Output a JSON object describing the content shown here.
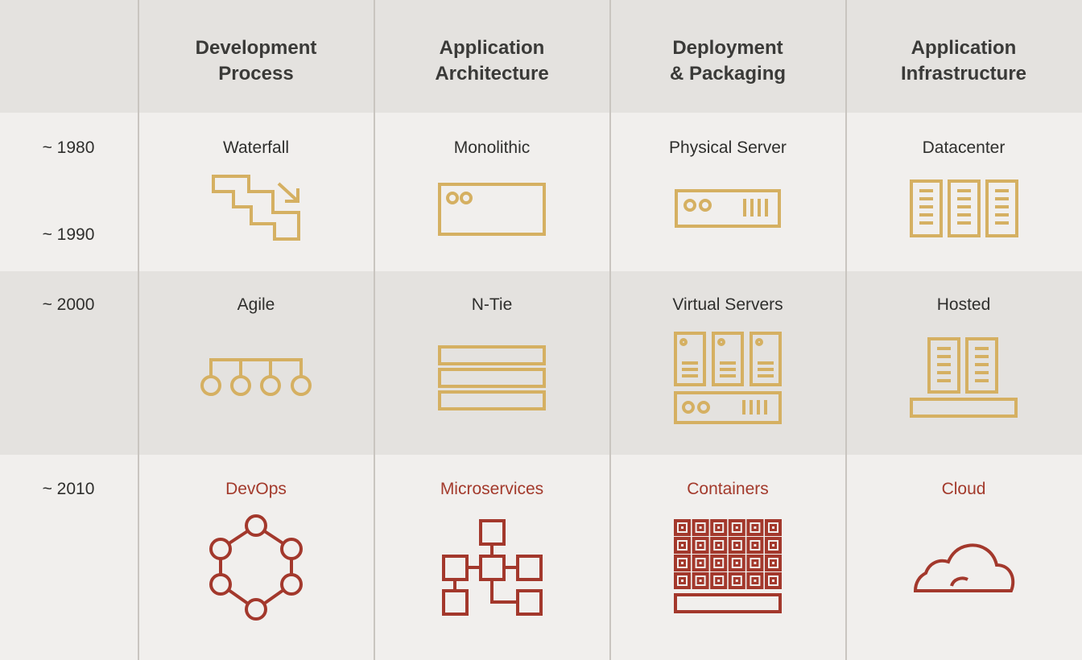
{
  "columns": [
    {
      "label": "Development\nProcess"
    },
    {
      "label": "Application\nArchitecture"
    },
    {
      "label": "Deployment\n& Packaging"
    },
    {
      "label": "Application\nInfrastructure"
    }
  ],
  "eras": [
    "~ 1980",
    "~ 1990",
    "~ 2000",
    "~ 2010"
  ],
  "rows": [
    {
      "cells": [
        "Waterfall",
        "Monolithic",
        "Physical Server",
        "Datacenter"
      ]
    },
    {
      "cells": [
        "Agile",
        "N-Tie",
        "Virtual Servers",
        "Hosted"
      ]
    },
    {
      "cells": [
        "DevOps",
        "Microservices",
        "Containers",
        "Cloud"
      ]
    }
  ],
  "icons": {
    "r1": [
      "waterfall-stairs-icon",
      "monolith-box-icon",
      "physical-server-icon",
      "datacenter-racks-icon"
    ],
    "r2": [
      "agile-nodes-icon",
      "n-tier-layers-icon",
      "virtual-servers-icon",
      "hosted-racks-icon"
    ],
    "r3": [
      "devops-hexagon-icon",
      "microservices-tree-icon",
      "containers-grid-icon",
      "cloud-icon"
    ]
  },
  "colors": {
    "legacy_icon": "#d5b062",
    "modern": "#a3382c",
    "text": "#2f2f2d",
    "header_bg": "#e4e2df",
    "row_bg": "#f1efed"
  }
}
